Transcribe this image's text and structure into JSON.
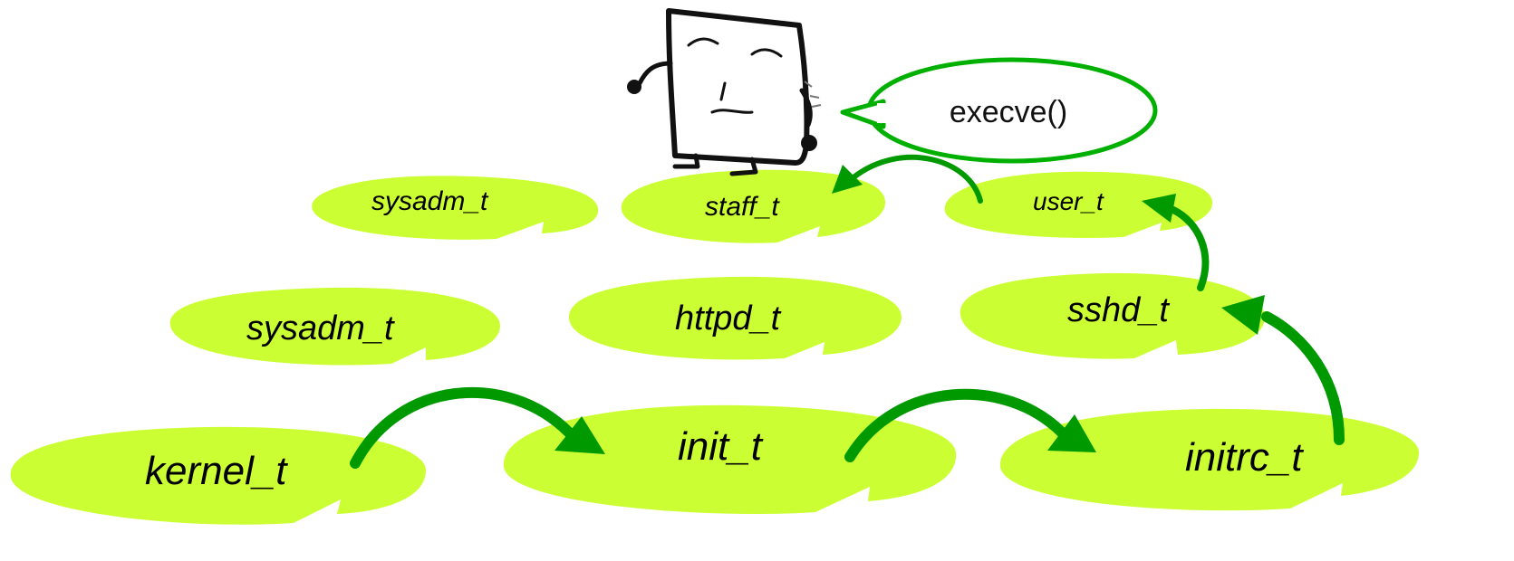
{
  "diagram": {
    "speech_bubble": {
      "text": "execve()"
    },
    "domains": [
      {
        "id": "sysadm_t_top",
        "label": "sysadm_t"
      },
      {
        "id": "staff_t",
        "label": "staff_t"
      },
      {
        "id": "user_t",
        "label": "user_t"
      },
      {
        "id": "sysadm_t_mid",
        "label": "sysadm_t"
      },
      {
        "id": "httpd_t",
        "label": "httpd_t"
      },
      {
        "id": "sshd_t",
        "label": "sshd_t"
      },
      {
        "id": "kernel_t",
        "label": "kernel_t"
      },
      {
        "id": "init_t",
        "label": "init_t"
      },
      {
        "id": "initrc_t",
        "label": "initrc_t"
      }
    ],
    "transitions": [
      {
        "from": "kernel_t",
        "to": "init_t"
      },
      {
        "from": "init_t",
        "to": "initrc_t"
      },
      {
        "from": "initrc_t",
        "to": "sshd_t"
      },
      {
        "from": "sshd_t",
        "to": "user_t"
      },
      {
        "from": "user_t",
        "to": "staff_t"
      }
    ],
    "colors": {
      "pad": "#ccff33",
      "arrow": "#009900",
      "bubble_border": "#00b000"
    }
  }
}
